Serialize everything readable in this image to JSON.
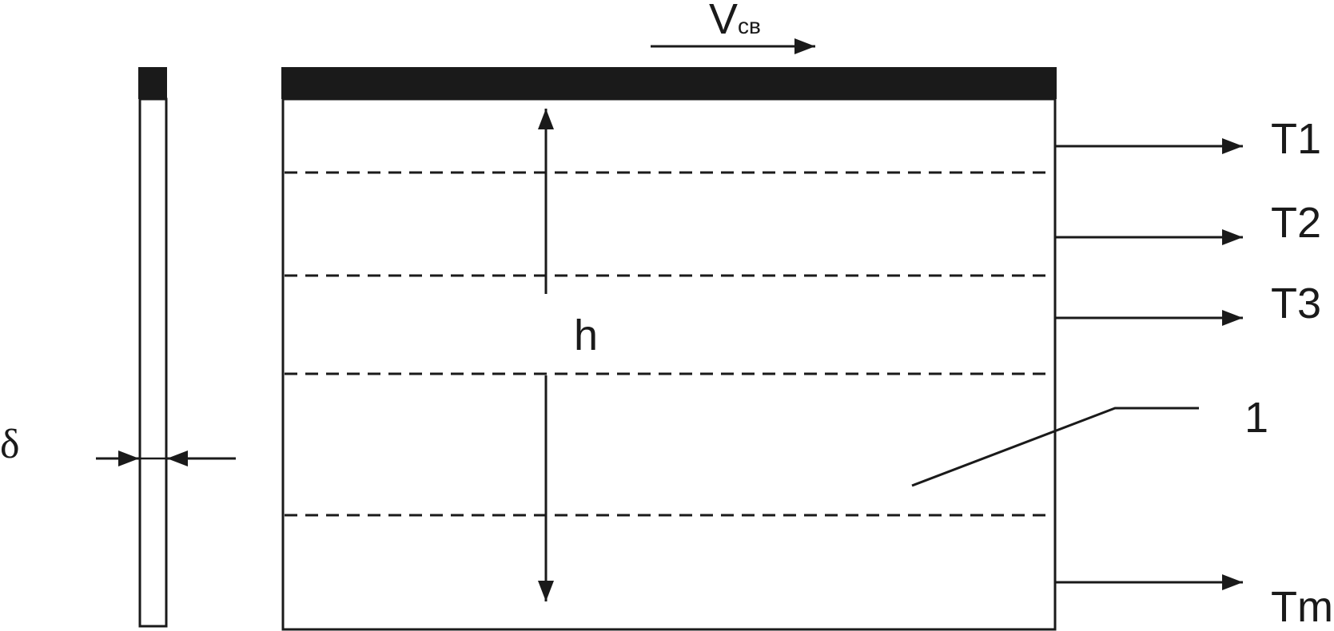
{
  "labels": {
    "velocity_main": "V",
    "velocity_sub": "св",
    "height": "h",
    "thickness": "δ",
    "callout": "1",
    "outputs": [
      "T1",
      "T2",
      "T3",
      "Tm"
    ]
  },
  "colors": {
    "ink": "#1a1a1a",
    "background": "#ffffff"
  }
}
